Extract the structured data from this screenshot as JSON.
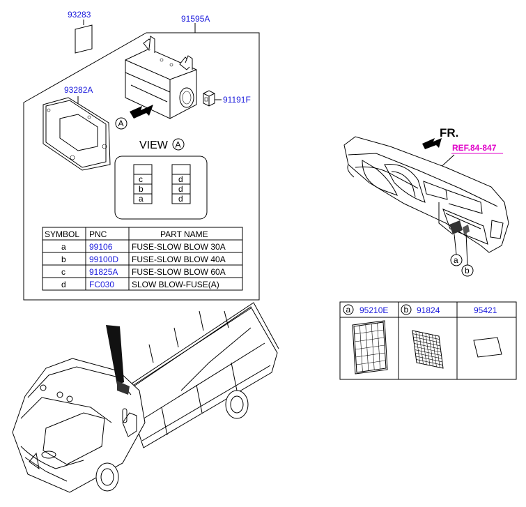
{
  "parts": {
    "p93283": "93283",
    "p91595A": "91595A",
    "p93282A": "93282A",
    "p91191F": "91191F"
  },
  "view_label": "VIEW",
  "view_circle": "A",
  "arrow_circle": "A",
  "fuse_slots": {
    "left": [
      "c",
      "b",
      "a"
    ],
    "right": [
      "d",
      "d",
      "d"
    ]
  },
  "table": {
    "headers": [
      "SYMBOL",
      "PNC",
      "PART NAME"
    ],
    "rows": [
      {
        "symbol": "a",
        "pnc": "99106",
        "name": "FUSE-SLOW BLOW 30A"
      },
      {
        "symbol": "b",
        "pnc": "99100D",
        "name": "FUSE-SLOW BLOW 40A"
      },
      {
        "symbol": "c",
        "pnc": "91825A",
        "name": "FUSE-SLOW BLOW 60A"
      },
      {
        "symbol": "d",
        "pnc": "FC030",
        "name": "SLOW BLOW-FUSE(A)"
      }
    ]
  },
  "dash": {
    "fr_label": "FR.",
    "ref_label": "REF.84-847",
    "callout_a": "a",
    "callout_b": "b"
  },
  "legend": {
    "cells": [
      {
        "letter": "a",
        "pnc": "95210E"
      },
      {
        "letter": "b",
        "pnc": "91824"
      },
      {
        "letter": "",
        "pnc": "95421"
      }
    ]
  },
  "colors": {
    "pnc_text": "#1a1adc",
    "ref_text": "#e000c8",
    "line": "#000000"
  }
}
